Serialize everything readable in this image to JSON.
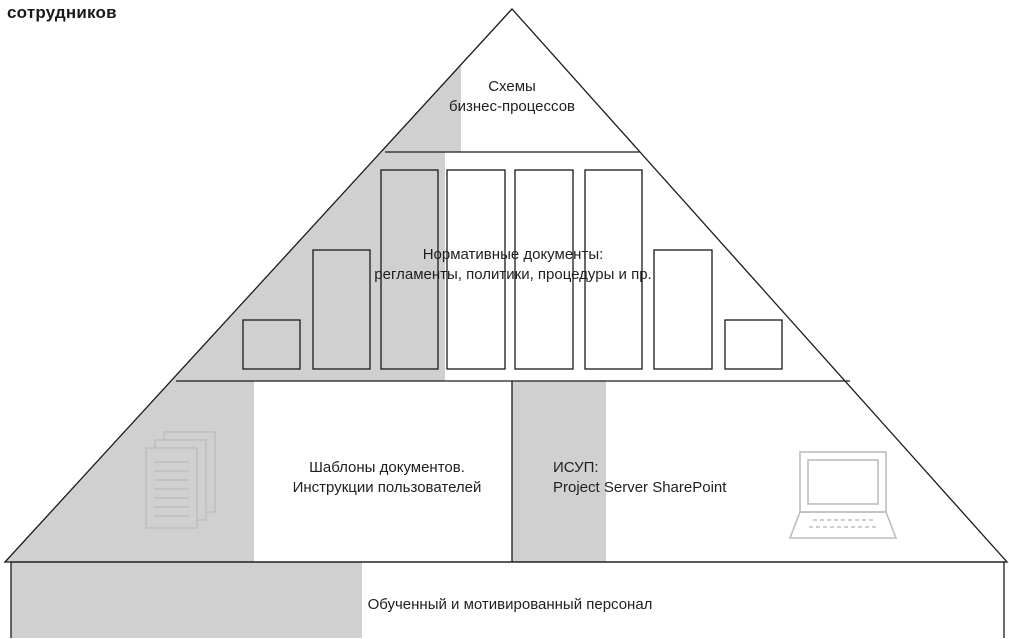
{
  "heading": "сотрудников",
  "levels": {
    "top": {
      "line1": "Схемы",
      "line2": "бизнес-процессов"
    },
    "documents": {
      "line1": "Нормативные документы:",
      "line2": "регламенты, политики, процедуры и пр."
    },
    "templates": {
      "line1": "Шаблоны документов.",
      "line2": "Инструкции пользователей"
    },
    "system": {
      "line1": "ИСУП:",
      "line2": "Project Server SharePoint"
    },
    "base": {
      "label": "Обученный и мотивированный персонал"
    }
  },
  "colors": {
    "shade": "#d0d0d0",
    "stroke": "#1a1a1a",
    "icon": "#bdbdbd",
    "text": "#1f1f1f"
  },
  "icons": {
    "documents": "stacked-documents-icon",
    "system": "laptop-icon"
  }
}
